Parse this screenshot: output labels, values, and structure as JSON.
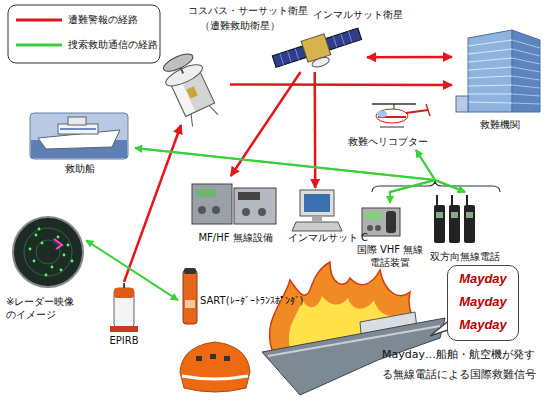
{
  "diagram": {
    "nodes": [
      {
        "text": [
          "コスパス・サーサット衛星",
          "（遭難救助衛星）"
        ]
      },
      {
        "text": [
          "インマルサット衛星"
        ]
      },
      {
        "text": [
          "救難機関"
        ]
      },
      {
        "text": [
          "救助船"
        ]
      },
      {
        "text": [
          "救難ヘリコプター"
        ]
      },
      {
        "text": [
          "MF/HF 無線設備"
        ]
      },
      {
        "text": [
          "インマルサット C"
        ]
      },
      {
        "text": [
          "国際 VHF 無線電話装置"
        ]
      },
      {
        "text": [
          "双方向無線電話"
        ]
      },
      {
        "text": [
          "※レーダー映像のイメージ"
        ]
      },
      {
        "text": [
          "SART(ﾚｰﾀﾞｰﾄﾗﾝｽﾎﾟﾝﾀﾞ)"
        ]
      },
      {
        "text": [
          "EPIRB"
        ]
      },
      {
        "text": [
          "Mayday",
          "Mayday",
          "Mayday"
        ]
      }
    ],
    "edges": [
      {
        "from": 11,
        "to": 0,
        "arrow": "to"
      },
      {
        "from": 0,
        "to": 2,
        "arrow": "to"
      },
      {
        "from": 1,
        "to": 2,
        "arrow": "both"
      },
      {
        "from": 1,
        "to": 5,
        "arrow": "to"
      },
      {
        "from": 1,
        "to": 6,
        "arrow": "to"
      },
      {
        "from": 3,
        "to": 7,
        "arrow": "both"
      },
      {
        "from": 3,
        "to": 8,
        "arrow": "both"
      },
      {
        "from": 4,
        "to": 7,
        "arrow": "both"
      },
      {
        "from": 4,
        "to": 8,
        "arrow": "both"
      },
      {
        "from": 9,
        "to": 10,
        "arrow": "both"
      }
    ],
    "labels": [
      "Mayday…船舶・航空機が発する無線電話による国際救難信号"
    ],
    "legend": [
      {
        "text": "遭難警報の経路"
      },
      {
        "text": "捜索救助通信の経路"
      }
    ]
  }
}
